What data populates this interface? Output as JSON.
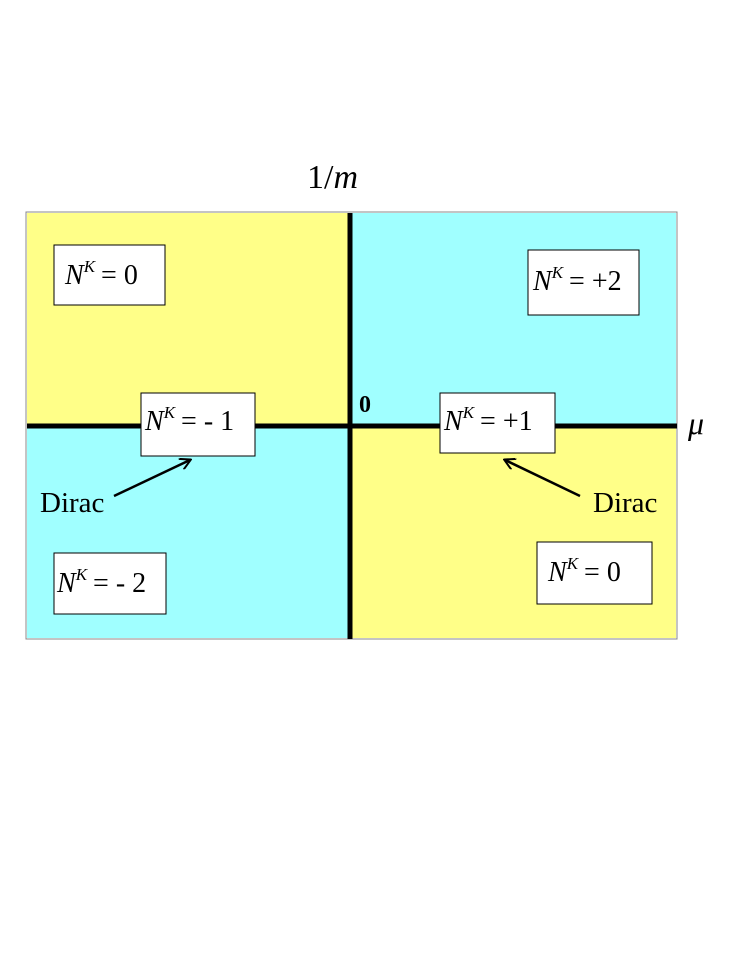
{
  "axes": {
    "vertical_label_num": "1/",
    "vertical_label_var": "m",
    "horizontal_label": "μ",
    "origin_label": "0"
  },
  "regions": [
    {
      "quadrant": "top-left",
      "color": "#ffff88"
    },
    {
      "quadrant": "top-right",
      "color": "#a0ffff"
    },
    {
      "quadrant": "bottom-left",
      "color": "#a0ffff"
    },
    {
      "quadrant": "bottom-right",
      "color": "#ffff88"
    }
  ],
  "labels": {
    "symbol": "N",
    "superscript": "K",
    "top_left_value": "= 0",
    "top_right_value": "= +2",
    "bottom_left_value": "= - 2",
    "bottom_right_value": "= 0",
    "axis_left_value": "= - 1",
    "axis_right_value": "= +1"
  },
  "annotations": {
    "left_dirac": "Dirac",
    "right_dirac": "Dirac"
  }
}
